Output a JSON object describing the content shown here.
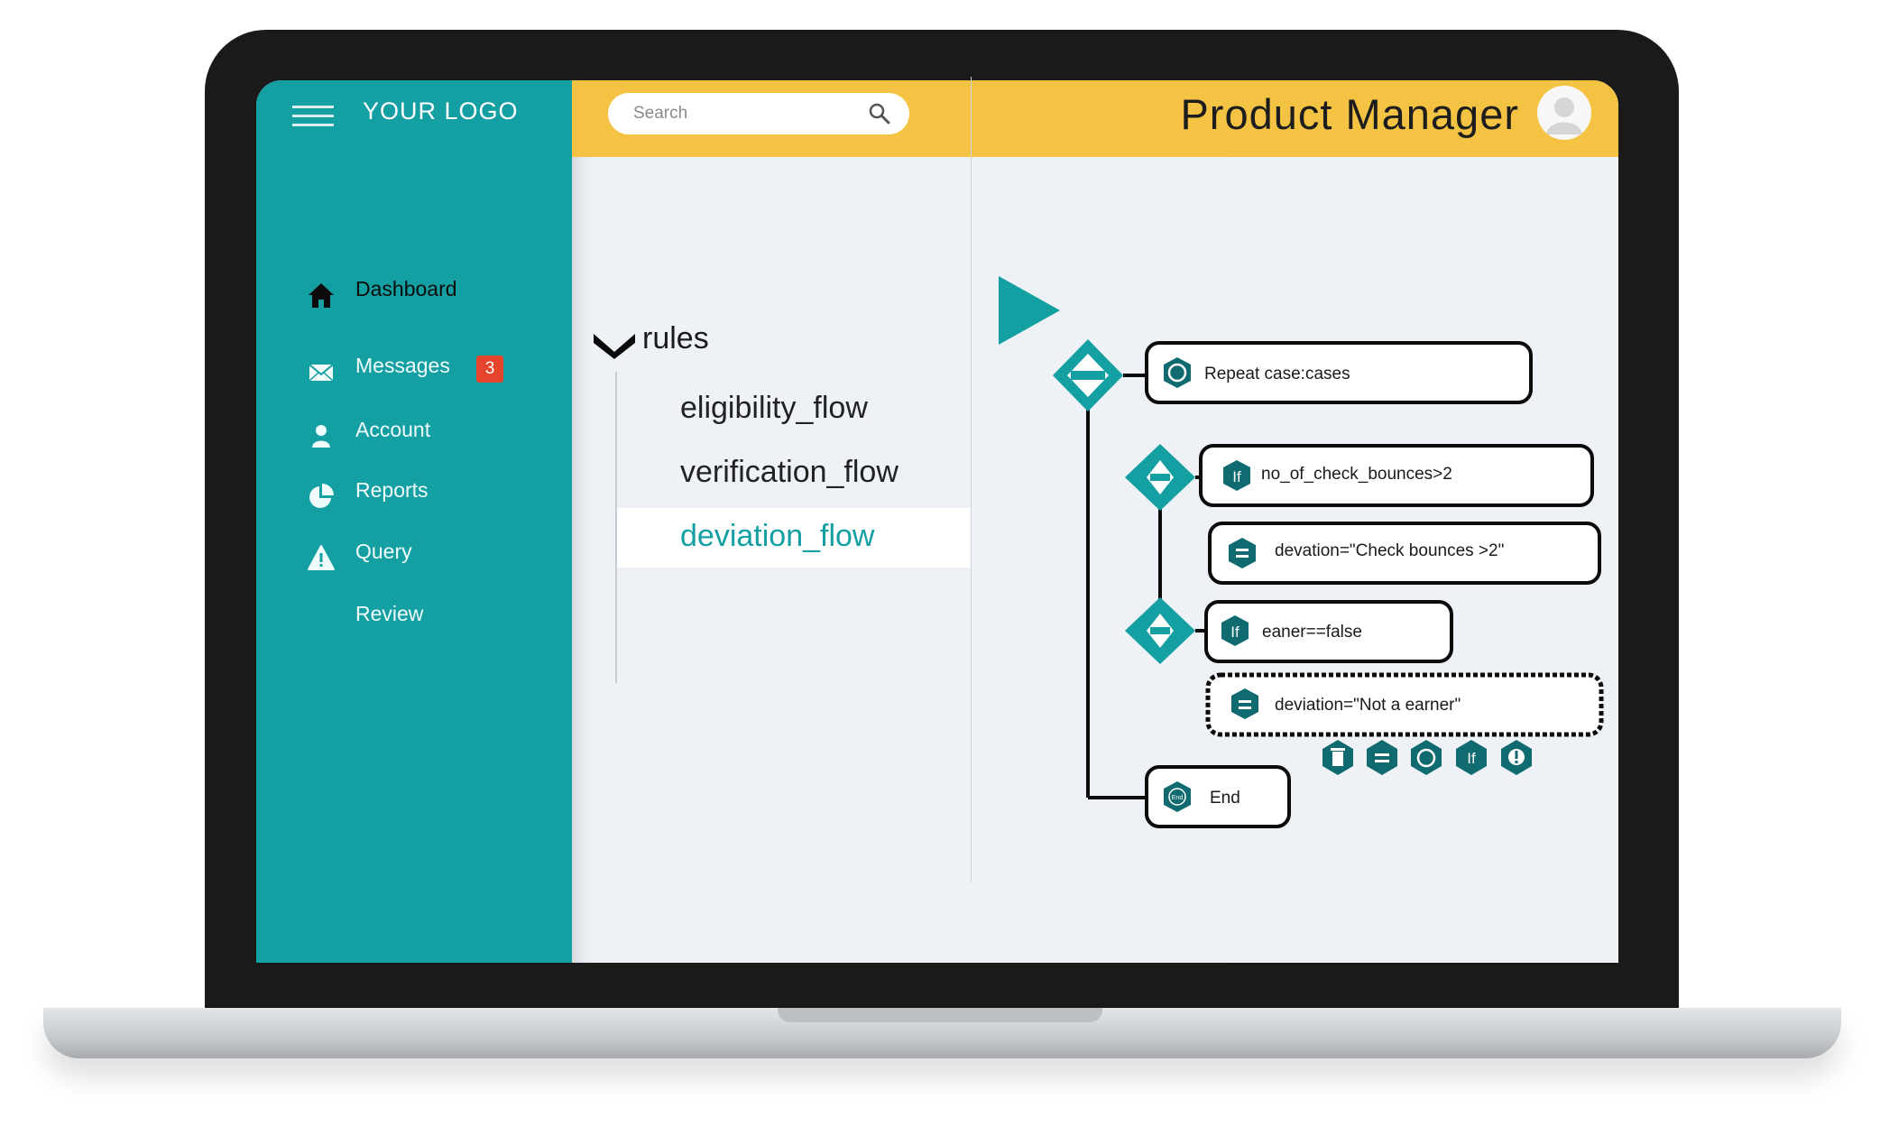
{
  "brand": {
    "logo": "YOUR LOGO"
  },
  "sidebar": {
    "items": [
      {
        "label": "Dashboard",
        "icon": "home-icon"
      },
      {
        "label": "Messages",
        "icon": "envelope-icon",
        "badge": "3"
      },
      {
        "label": "Account",
        "icon": "user-icon"
      },
      {
        "label": "Reports",
        "icon": "pie-chart-icon"
      },
      {
        "label": "Query",
        "icon": "warning-icon"
      },
      {
        "label": "Review",
        "icon": ""
      }
    ]
  },
  "header": {
    "search_placeholder": "Search",
    "title": "Product Manager"
  },
  "tree": {
    "root": "rules",
    "items": [
      {
        "label": "eligibility_flow",
        "active": false
      },
      {
        "label": "verification_flow",
        "active": false
      },
      {
        "label": "deviation_flow",
        "active": true
      }
    ]
  },
  "flow": {
    "nodes": [
      {
        "id": "repeat",
        "label": "Repeat case:cases",
        "icon": "loop-icon"
      },
      {
        "id": "if1",
        "label": "no_of_check_bounces>2",
        "icon": "if-icon",
        "icon_text": "If"
      },
      {
        "id": "assign1",
        "label": "devation=\"Check bounces >2\"",
        "icon": "equals-icon"
      },
      {
        "id": "if2",
        "label": "eaner==false",
        "icon": "if-icon",
        "icon_text": "If"
      },
      {
        "id": "assign2",
        "label": "deviation=\"Not a earner\"",
        "icon": "equals-icon",
        "selected": true
      },
      {
        "id": "end",
        "label": "End",
        "icon": "end-icon",
        "icon_text": "End"
      }
    ],
    "node_toolbar": [
      "delete-icon",
      "equals-icon",
      "loop-icon",
      "if-icon",
      "exclamation-icon"
    ],
    "toolbar_if_text": "If"
  },
  "colors": {
    "teal": "#149fa3",
    "dark_teal": "#0f6b6f",
    "yellow": "#f4c343",
    "badge_red": "#e5452c"
  }
}
